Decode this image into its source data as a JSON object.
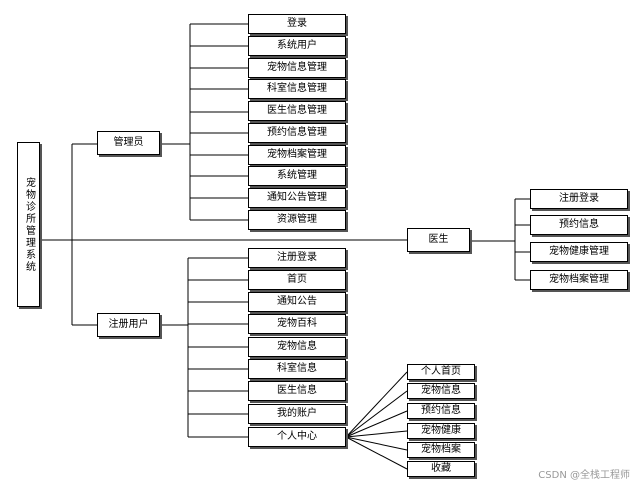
{
  "root": "宠物诊所管理系统",
  "admin": {
    "label": "管理员",
    "items": [
      "登录",
      "系统用户",
      "宠物信息管理",
      "科室信息管理",
      "医生信息管理",
      "预约信息管理",
      "宠物档案管理",
      "系统管理",
      "通知公告管理",
      "资源管理"
    ]
  },
  "doctor": {
    "label": "医生",
    "items": [
      "注册登录",
      "预约信息",
      "宠物健康管理",
      "宠物档案管理"
    ]
  },
  "user": {
    "label": "注册用户",
    "items": [
      "注册登录",
      "首页",
      "通知公告",
      "宠物百科",
      "宠物信息",
      "科室信息",
      "医生信息",
      "我的账户",
      "个人中心"
    ]
  },
  "center": {
    "items": [
      "个人首页",
      "宠物信息",
      "预约信息",
      "宠物健康",
      "宠物档案",
      "收藏"
    ]
  },
  "watermark": "CSDN @全栈工程师"
}
